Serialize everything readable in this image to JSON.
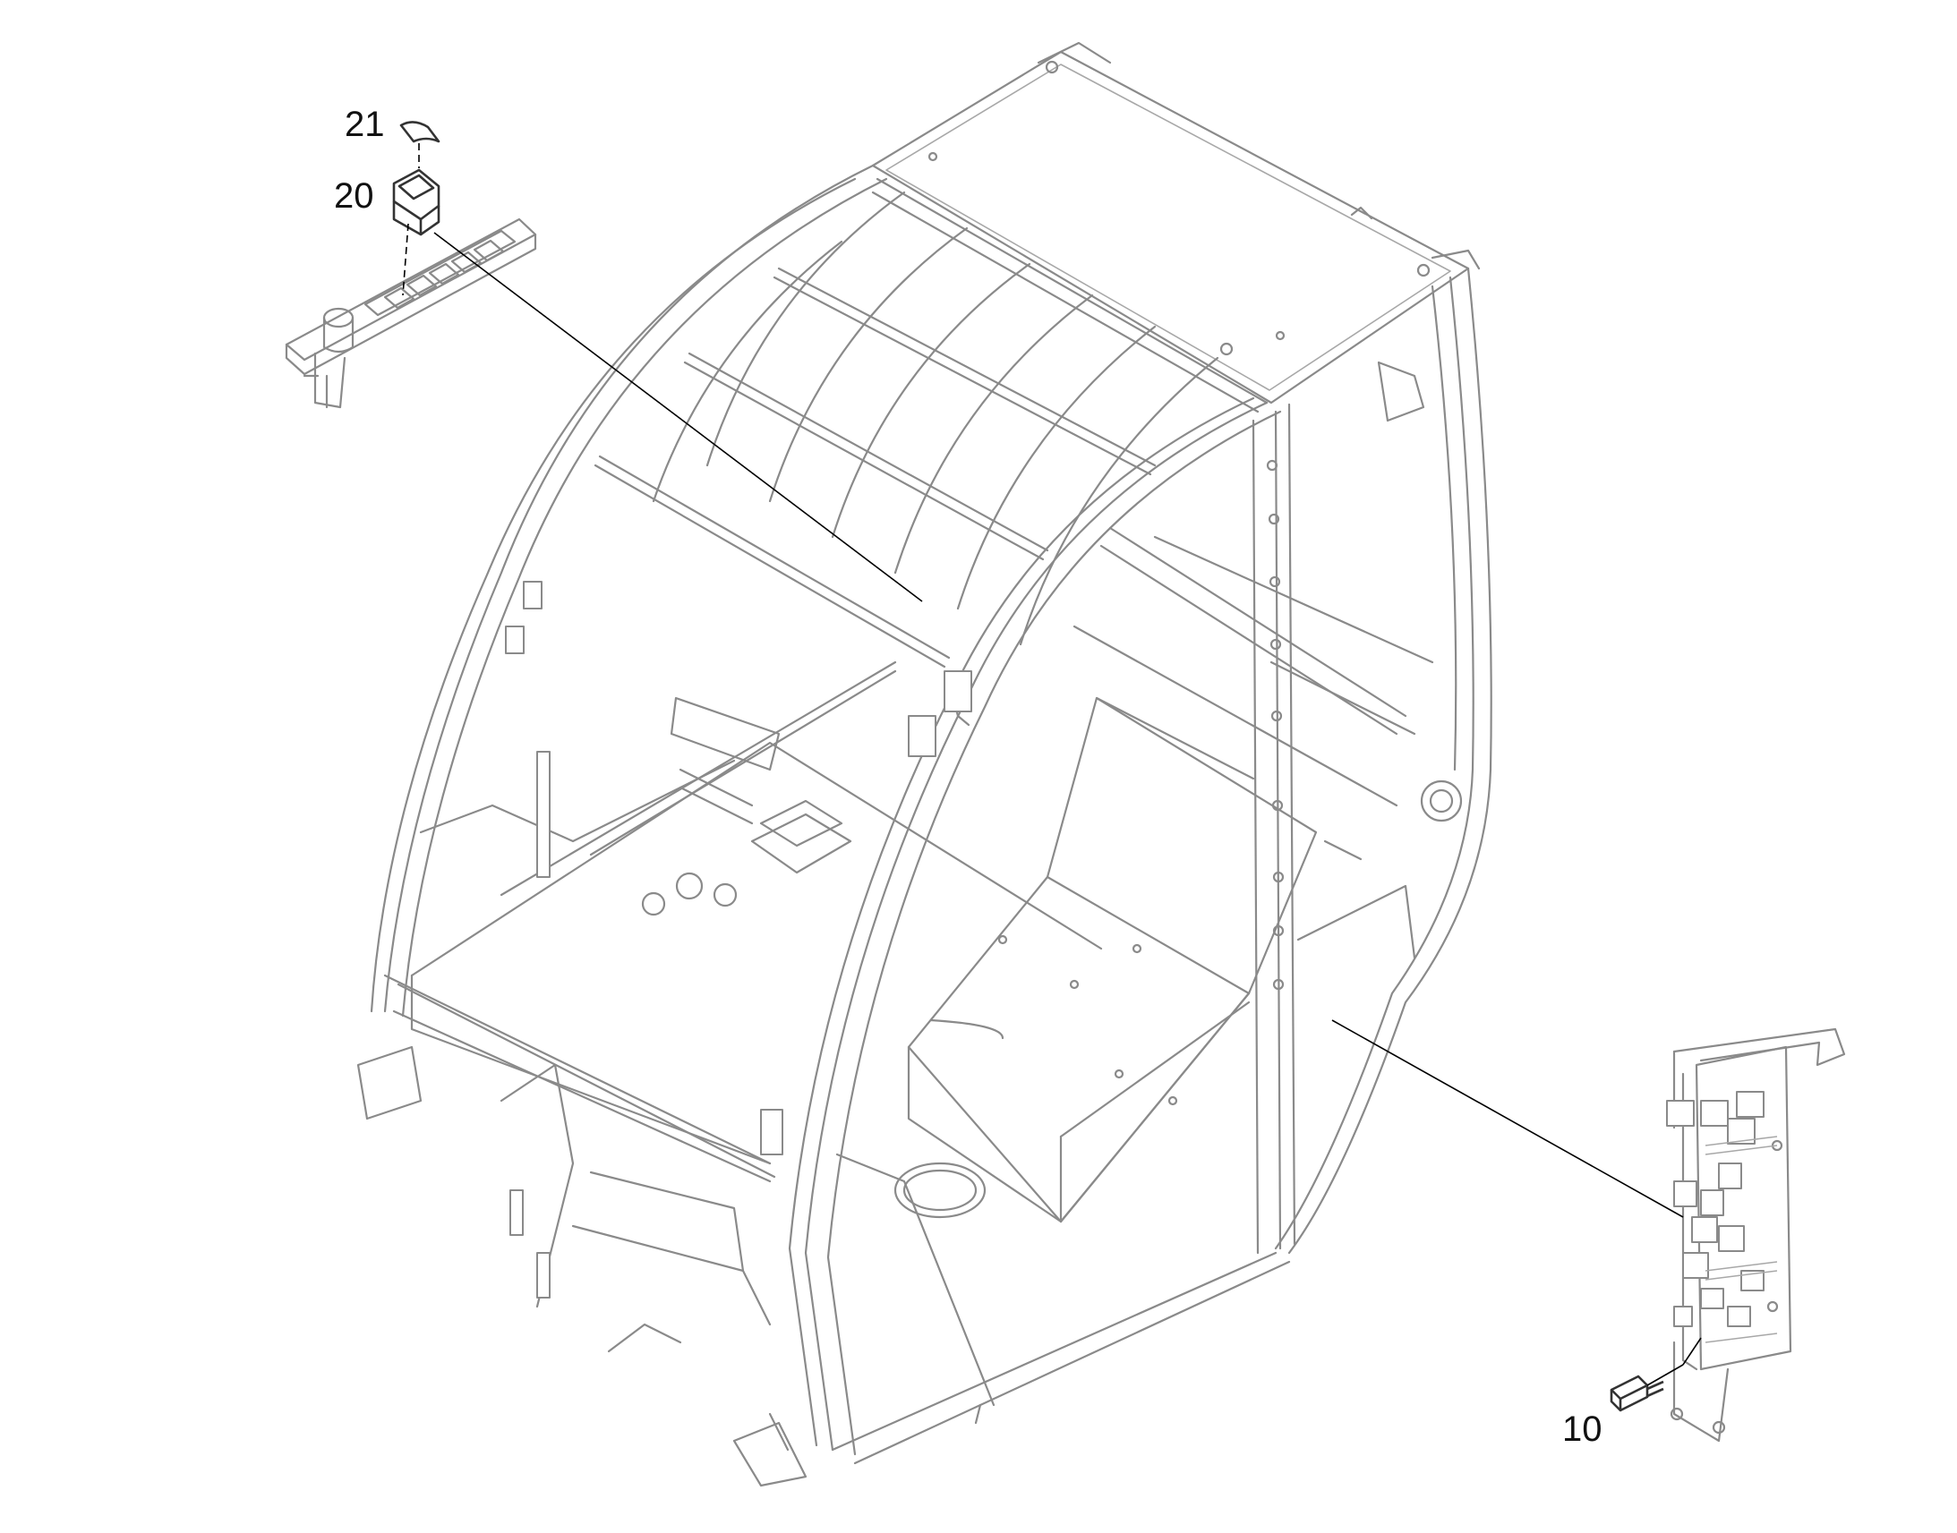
{
  "diagram": {
    "callouts": [
      {
        "id": "c21",
        "label": "21"
      },
      {
        "id": "c20",
        "label": "20"
      },
      {
        "id": "c10",
        "label": "10"
      }
    ],
    "colors": {
      "line": "#8a8a8a",
      "dark": "#333333",
      "text": "#111111",
      "background": "#ffffff"
    }
  }
}
